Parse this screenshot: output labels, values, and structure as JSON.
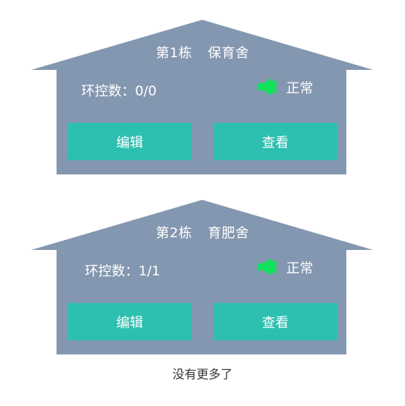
{
  "colors": {
    "house_body": "#8497b0",
    "button": "#2dbfb0",
    "status_icon": "#11e05a",
    "footer_text": "#333333"
  },
  "houses": [
    {
      "building": "第1栋",
      "name": "保育舍",
      "env_count": "环控数：0/0",
      "status_icon": "speaker-icon",
      "status_text": "正常",
      "edit_label": "编辑",
      "view_label": "查看"
    },
    {
      "building": "第2栋",
      "name": "育肥舍",
      "env_count": "环控数：1/1",
      "status_icon": "speaker-icon",
      "status_text": "正常",
      "edit_label": "编辑",
      "view_label": "查看"
    }
  ],
  "footer": {
    "text": "没有更多了"
  }
}
